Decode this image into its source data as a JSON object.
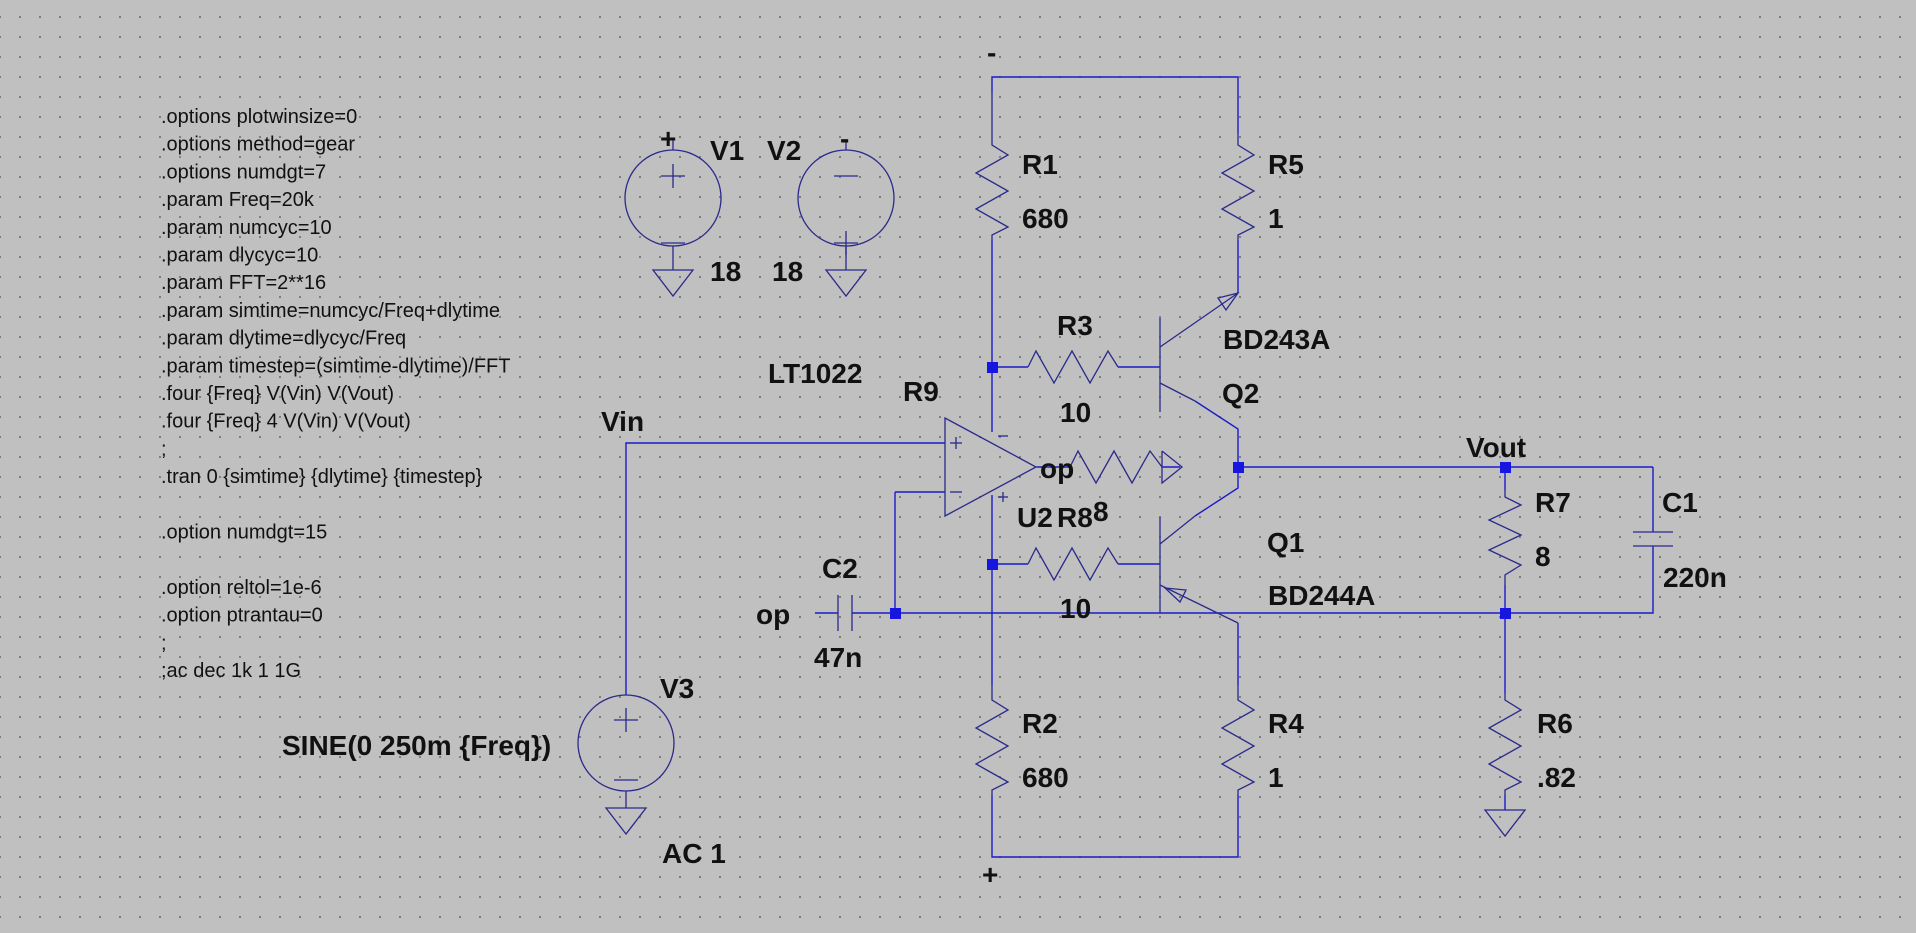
{
  "directives": [
    ".options plotwinsize=0",
    ".options method=gear",
    ".options numdgt=7",
    ".param Freq=20k",
    ".param numcyc=10",
    ".param dlycyc=10",
    ".param FFT=2**16",
    ".param simtime=numcyc/Freq+dlytime",
    ".param dlytime=dlycyc/Freq",
    ".param timestep=(simtime-dlytime)/FFT",
    ".four {Freq} V(Vin) V(Vout)",
    ".four {Freq} 4 V(Vin) V(Vout)",
    ";",
    ".tran 0 {simtime} {dlytime} {timestep}",
    "",
    ".option numdgt=15",
    "",
    ".option reltol=1e-6",
    ".option ptrantau=0",
    ";",
    ";ac dec 1k 1 1G"
  ],
  "components": {
    "V1": {
      "name": "V1",
      "value": "18",
      "pol": "+"
    },
    "V2": {
      "name": "V2",
      "value": "18",
      "pol": "-"
    },
    "V3": {
      "name": "V3",
      "value": "SINE(0 250m {Freq})",
      "ac": "AC 1"
    },
    "R1": {
      "name": "R1",
      "value": "680"
    },
    "R2": {
      "name": "R2",
      "value": "680"
    },
    "R3": {
      "name": "R3",
      "value": "10"
    },
    "R4": {
      "name": "R4",
      "value": "1"
    },
    "R5": {
      "name": "R5",
      "value": "1"
    },
    "R6": {
      "name": "R6",
      "value": ".82"
    },
    "R7": {
      "name": "R7",
      "value": "8"
    },
    "R8": {
      "name": "R8",
      "value": "10"
    },
    "R9": {
      "name": "R9",
      "value": "8"
    },
    "C1": {
      "name": "C1",
      "value": "220n"
    },
    "C2": {
      "name": "C2",
      "value": "47n"
    },
    "Q1": {
      "name": "Q1",
      "model": "BD244A"
    },
    "Q2": {
      "name": "Q2",
      "model": "BD243A"
    },
    "U2": {
      "name": "U2",
      "model": "LT1022"
    }
  },
  "nets": {
    "vin": "Vin",
    "vout": "Vout",
    "op_out": "op",
    "op_in": "op",
    "rail_top": "-",
    "rail_bottom": "+"
  },
  "colors": {
    "background": "#c0c0c0",
    "wire": "#1b1bc8",
    "junction": "#1616e0"
  }
}
